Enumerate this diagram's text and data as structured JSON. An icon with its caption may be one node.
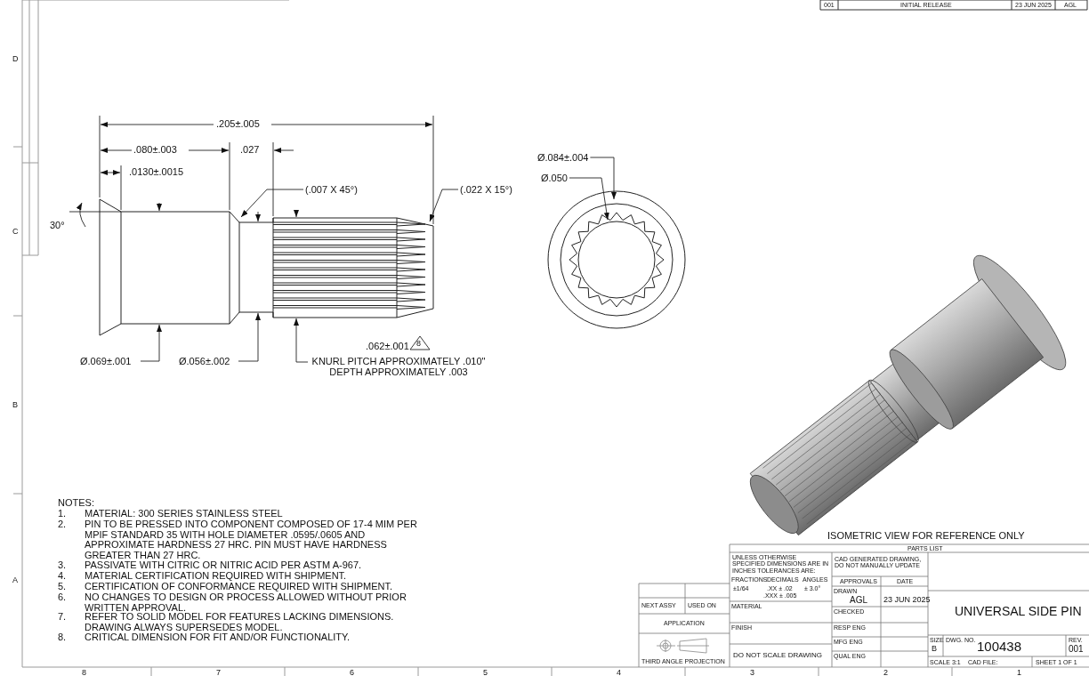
{
  "diagram": {
    "nodes": [
      {
        "text": [
          "(.007 X 45°)"
        ]
      },
      {
        "text": [
          "(.022 X 15°)"
        ]
      },
      {
        "text": [
          "Ø.084±.004"
        ]
      },
      {
        "text": [
          "Ø.050"
        ]
      },
      {
        "text": [],
        "shape": "picture"
      },
      {
        "text": [],
        "shape": "picture"
      }
    ],
    "edges": [
      {
        "from": 0,
        "to": 4,
        "arrow": "to"
      },
      {
        "from": 1,
        "to": 4,
        "arrow": "to"
      },
      {
        "from": 2,
        "to": 5,
        "arrow": "to"
      },
      {
        "from": 3,
        "to": 5,
        "arrow": "to"
      }
    ],
    "labels": [
      "001",
      "INITIAL RELEASE",
      "23 JUN 2025",
      "AGL",
      "D",
      "C",
      "B",
      "A",
      "8",
      "7",
      "6",
      "5",
      "4",
      "3",
      "2",
      "1",
      ".205±.005",
      ".080±.003",
      ".027",
      ".0130±.0015",
      "30°",
      "Ø.069±.001",
      "Ø.056±.002",
      ".062±.001",
      "8",
      "KNURL PITCH APPROXIMATELY .010\" DEPTH APPROXIMATELY .003",
      "ISOMETRIC VIEW FOR REFERENCE ONLY",
      "NOTES:",
      "1.",
      "MATERIAL: 300 SERIES STAINLESS STEEL",
      "2.",
      "PIN TO BE PRESSED INTO COMPONENT COMPOSED OF 17-4 MIM PER MPIF STANDARD 35 WITH HOLE DIAMETER .0595/.0605 AND APPROXIMATE HARDNESS 27 HRC. PIN MUST HAVE HARDNESS GREATER THAN 27 HRC.",
      "3.",
      "PASSIVATE WITH CITRIC OR NITRIC ACID PER ASTM A-967.",
      "4.",
      "MATERIAL CERTIFICATION REQUIRED WITH SHIPMENT.",
      "5.",
      "CERTIFICATION OF CONFORMANCE REQUIRED WITH SHIPMENT.",
      "6.",
      "NO CHANGES TO DESIGN OR PROCESS ALLOWED WITHOUT PRIOR WRITTEN APPROVAL.",
      "7.",
      "REFER TO SOLID MODEL FOR FEATURES LACKING DIMENSIONS. DRAWING ALWAYS SUPERSEDES MODEL.",
      "8.",
      "CRITICAL DIMENSION FOR FIT AND/OR FUNCTIONALITY.",
      "PARTS LIST",
      "UNLESS OTHERWISE SPECIFIED DIMENSIONS ARE IN INCHES TOLERANCES ARE:",
      "FRACTIONS",
      "DECIMALS",
      "ANGLES",
      "±1/64",
      ".XX ± .02",
      ".XXX ± .005",
      "± 3.0°",
      "CAD GENERATED DRAWING, DO NOT MANUALLY UPDATE",
      "APPROVALS",
      "DATE",
      "DRAWN",
      "AGL",
      "23 JUN 2025",
      "CHECKED",
      "RESP ENG",
      "MFG ENG",
      "QUAL ENG",
      "NEXT ASSY",
      "USED ON",
      "APPLICATION",
      "MATERIAL",
      "FINISH",
      "DO NOT SCALE DRAWING",
      "THIRD ANGLE PROJECTION",
      "UNIVERSAL SIDE PIN",
      "SIZE",
      "B",
      "DWG. NO.",
      "100438",
      "REV.",
      "001",
      "SCALE 3:1",
      "CAD FILE:",
      "SHEET 1 OF 1"
    ]
  }
}
